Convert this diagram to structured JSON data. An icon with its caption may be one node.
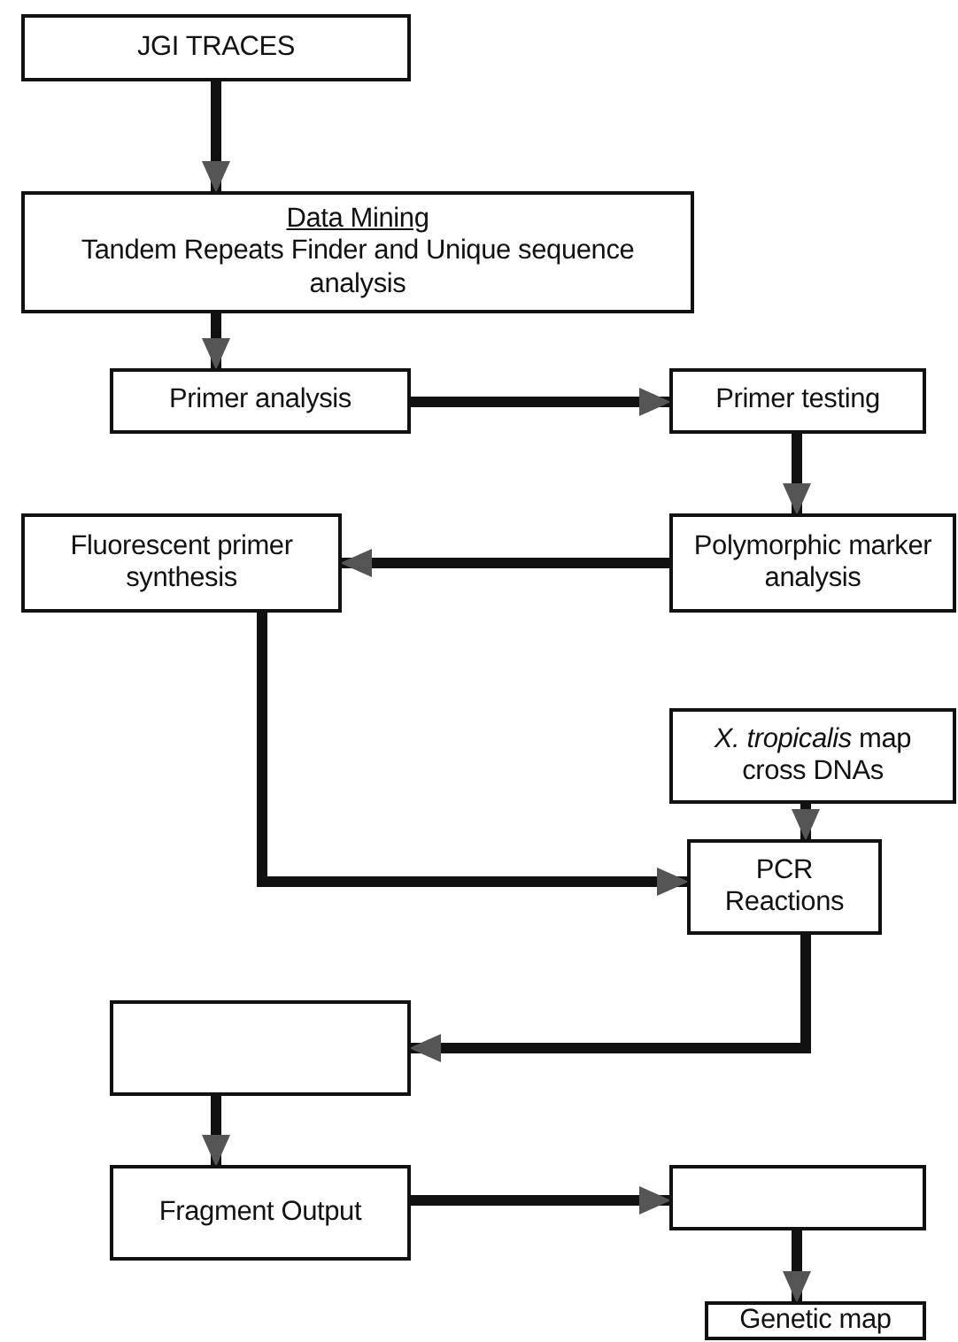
{
  "diagram": {
    "nodes": [
      {
        "text": [
          "JGI TRACES"
        ]
      },
      {
        "text": [
          "Data Mining",
          "Tandem Repeats Finder and Unique sequence analysis"
        ]
      },
      {
        "text": [
          "Primer analysis"
        ]
      },
      {
        "text": [
          "Primer testing"
        ]
      },
      {
        "text": [
          "Polymorphic marker analysis"
        ]
      },
      {
        "text": [
          "Fluorescent primer synthesis"
        ]
      },
      {
        "text": [
          "*X. tropicalis* map cross DNAs"
        ]
      },
      {
        "text": [
          "PCR Reactions"
        ]
      },
      {
        "text": [],
        "shape": "box"
      },
      {
        "text": [
          "Fragment Output"
        ]
      },
      {
        "text": [],
        "shape": "box"
      },
      {
        "text": [
          "Genetic map"
        ]
      }
    ],
    "edges": [
      {
        "from": 0,
        "to": 1,
        "arrow": "to"
      },
      {
        "from": 1,
        "to": 2,
        "arrow": "to"
      },
      {
        "from": 2,
        "to": 3,
        "arrow": "to"
      },
      {
        "from": 3,
        "to": 4,
        "arrow": "to"
      },
      {
        "from": 4,
        "to": 5,
        "arrow": "to"
      },
      {
        "from": 5,
        "to": 7,
        "arrow": "to"
      },
      {
        "from": 6,
        "to": 7,
        "arrow": "to"
      },
      {
        "from": 7,
        "to": 8,
        "arrow": "to"
      },
      {
        "from": 8,
        "to": 9,
        "arrow": "to"
      },
      {
        "from": 9,
        "to": 10,
        "arrow": "to"
      },
      {
        "from": 10,
        "to": 11,
        "arrow": "to"
      }
    ]
  }
}
